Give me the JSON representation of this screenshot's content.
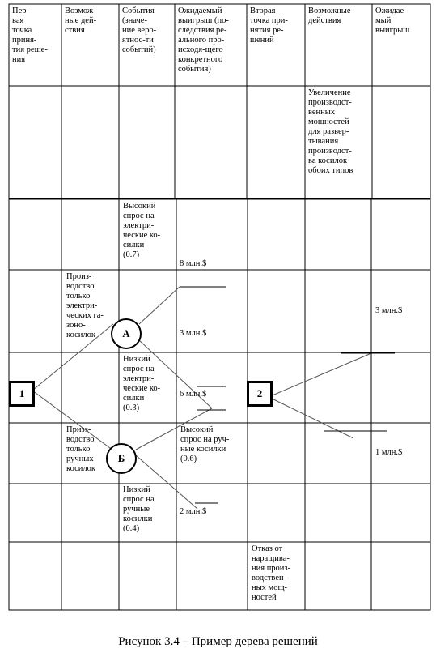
{
  "headers": {
    "h1": "Пер-\nвая\nточка\nприня-\nтия реше-\nния",
    "h2": "Возмож-\nные дей-\nствия",
    "h3": "События\n(значе-\nние веро-\nятнос-ти\nсобытий)",
    "h4": "Ожидаемый\nвыигрыш (по-\nследствия ре-\nального про-\nисходя-щего\nконкретного\nсобытия)",
    "h5": "Вторая\nточка при-\nнятия ре-\nшений",
    "h6": "Возможные\nдействия",
    "h7": "Ожидае-\nмый\nвыигрыш"
  },
  "cells": {
    "increase": "Увеличение\nпроизводст-\nвенных\nмощностей\nдля развер-\nтывания\nпроизводст-\nва косилок\nобоих типов",
    "high_electric": "Высокий\nспрос на\nэлектри-\nческие ко-\nсилки\n(0.7)",
    "payoff_8": "8 млн.$",
    "action_electric": "Произ-\nводство\nтолько\nэлектри-\nческих га-\nзоно-\nкосилок",
    "payoff_3a": "3 млн.$",
    "payoff_3b": "3 млн.$",
    "low_electric": "Низкий\nспрос на\nэлектри-\nческие ко-\nсилки\n(0.3)",
    "payoff_6": "6 млн.$",
    "action_manual": "Призз-\nводство\nтолько\nручных\nкосилок",
    "high_manual": "Высокий\nспрос на руч-\nные косилки\n(0.6)",
    "payoff_1": "1 млн.$",
    "low_manual": "Низкий\nспрос на\nручные\nкосилки\n(0.4)",
    "payoff_2": "2 млн.$",
    "refusal": "Отказ от\nнаращива-\nния произ-\nводствен-\nных мощ-\nностей"
  },
  "nodes": {
    "n1": "1",
    "n2": "2",
    "a": "А",
    "b": "Б"
  },
  "caption": "Рисунок 3.4 – Пример дерева решений"
}
